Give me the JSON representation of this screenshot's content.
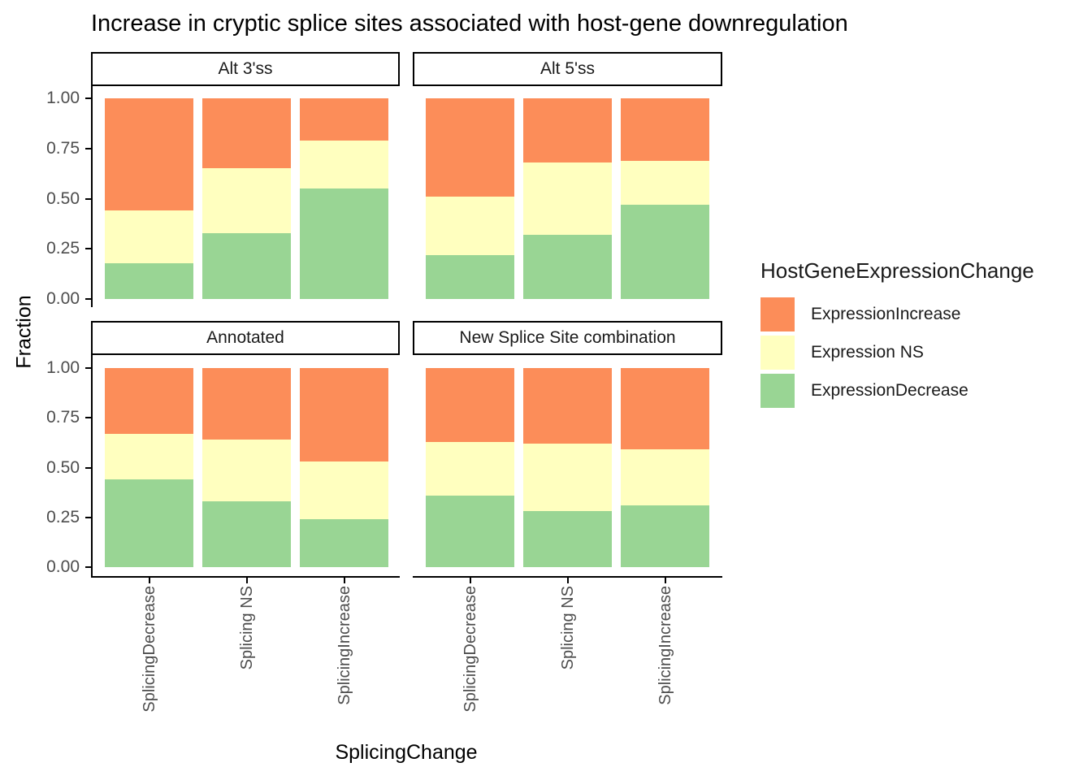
{
  "chart_data": {
    "type": "bar",
    "stacked": true,
    "normalized": true,
    "grid": false,
    "title": "Increase in cryptic splice sites associated with host-gene downregulation",
    "xlabel": "SplicingChange",
    "ylabel": "Fraction",
    "ylim": [
      0,
      1
    ],
    "categories": [
      "SplicingDecrease",
      "Splicing NS",
      "SplicingIncrease"
    ],
    "yticks": [
      {
        "value": 0,
        "label": "0.00"
      },
      {
        "value": 0.25,
        "label": "0.25"
      },
      {
        "value": 0.5,
        "label": "0.50"
      },
      {
        "value": 0.75,
        "label": "0.75"
      },
      {
        "value": 1,
        "label": "1.00"
      }
    ],
    "series": [
      {
        "name": "ExpressionDecrease",
        "color": "#99D594"
      },
      {
        "name": "Expression NS",
        "color": "#FFFFBF"
      },
      {
        "name": "ExpressionIncrease",
        "color": "#FC8D59"
      }
    ],
    "legend": {
      "title": "HostGeneExpressionChange",
      "position": "right",
      "entries": [
        {
          "label": "ExpressionIncrease",
          "color": "#FC8D59"
        },
        {
          "label": "Expression NS",
          "color": "#FFFFBF"
        },
        {
          "label": "ExpressionDecrease",
          "color": "#99D594"
        }
      ]
    },
    "facets": [
      {
        "label": "Alt 3'ss",
        "values": {
          "SplicingDecrease": {
            "ExpressionDecrease": 0.18,
            "Expression NS": 0.26,
            "ExpressionIncrease": 0.56
          },
          "Splicing NS": {
            "ExpressionDecrease": 0.33,
            "Expression NS": 0.32,
            "ExpressionIncrease": 0.35
          },
          "SplicingIncrease": {
            "ExpressionDecrease": 0.55,
            "Expression NS": 0.24,
            "ExpressionIncrease": 0.21
          }
        }
      },
      {
        "label": "Alt 5'ss",
        "values": {
          "SplicingDecrease": {
            "ExpressionDecrease": 0.22,
            "Expression NS": 0.29,
            "ExpressionIncrease": 0.49
          },
          "Splicing NS": {
            "ExpressionDecrease": 0.32,
            "Expression NS": 0.36,
            "ExpressionIncrease": 0.32
          },
          "SplicingIncrease": {
            "ExpressionDecrease": 0.47,
            "Expression NS": 0.22,
            "ExpressionIncrease": 0.31
          }
        }
      },
      {
        "label": "Annotated",
        "values": {
          "SplicingDecrease": {
            "ExpressionDecrease": 0.44,
            "Expression NS": 0.23,
            "ExpressionIncrease": 0.33
          },
          "Splicing NS": {
            "ExpressionDecrease": 0.33,
            "Expression NS": 0.31,
            "ExpressionIncrease": 0.36
          },
          "SplicingIncrease": {
            "ExpressionDecrease": 0.24,
            "Expression NS": 0.29,
            "ExpressionIncrease": 0.47
          }
        }
      },
      {
        "label": "New Splice Site combination",
        "values": {
          "SplicingDecrease": {
            "ExpressionDecrease": 0.36,
            "Expression NS": 0.27,
            "ExpressionIncrease": 0.37
          },
          "Splicing NS": {
            "ExpressionDecrease": 0.28,
            "Expression NS": 0.34,
            "ExpressionIncrease": 0.38
          },
          "SplicingIncrease": {
            "ExpressionDecrease": 0.31,
            "Expression NS": 0.28,
            "ExpressionIncrease": 0.41
          }
        }
      }
    ]
  }
}
